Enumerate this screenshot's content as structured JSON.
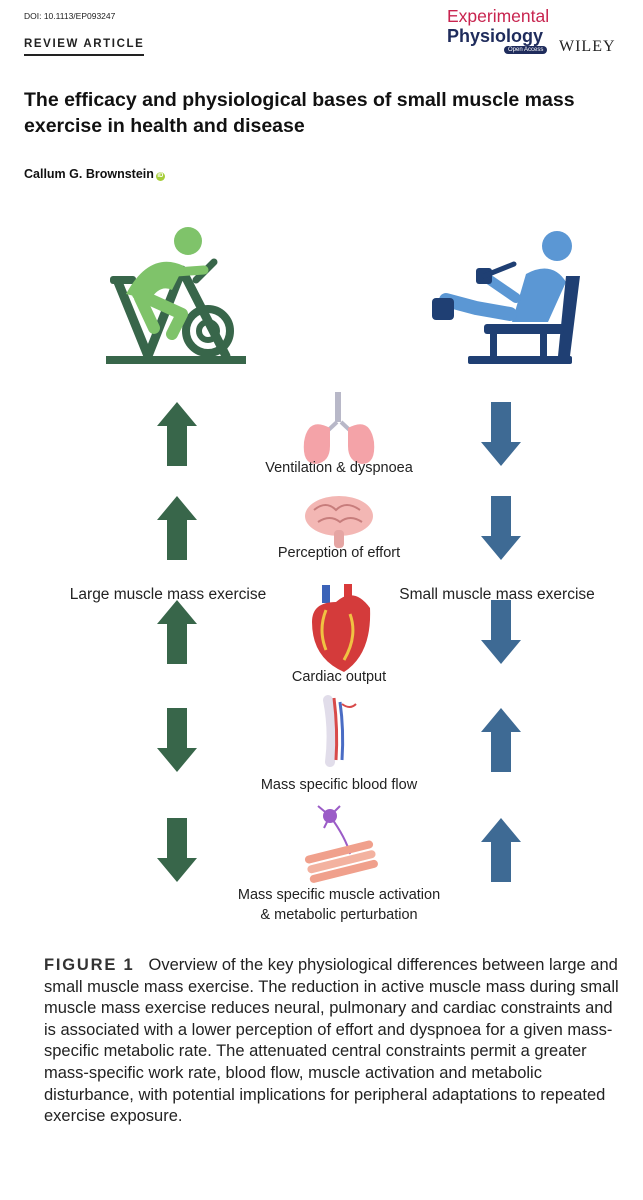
{
  "header": {
    "doi": "DOI: 10.1113/EP093247",
    "article_type": "REVIEW ARTICLE",
    "journal_line1": "Experimental",
    "journal_line2": "Physiology",
    "journal_badge": "Open Access",
    "publisher": "WILEY"
  },
  "article": {
    "title": "The efficacy and physiological bases of small muscle mass exercise in health and disease",
    "author": "Callum G. Brownstein"
  },
  "figure": {
    "left_label": "Large muscle mass exercise",
    "right_label": "Small muscle mass exercise",
    "left_color": "#38664a",
    "right_color": "#3e6a94",
    "rows": [
      {
        "label": "Ventilation & dyspnoea",
        "icon": "lungs-icon",
        "large": "up",
        "small": "down"
      },
      {
        "label": "Perception of effort",
        "icon": "brain-icon",
        "large": "up",
        "small": "down"
      },
      {
        "label": "Cardiac output",
        "icon": "heart-icon",
        "large": "up",
        "small": "down"
      },
      {
        "label": "Mass specific blood flow",
        "icon": "blood-vessel-icon",
        "large": "down",
        "small": "up"
      },
      {
        "label_line1": "Mass specific muscle activation",
        "label_line2": "& metabolic perturbation",
        "icon": "muscle-fiber-icon",
        "large": "down",
        "small": "up"
      }
    ]
  },
  "caption": {
    "label": "FIGURE 1",
    "text": "Overview of the key physiological differences between large and small muscle mass exercise. The reduction in active muscle mass during small muscle mass exercise reduces neural, pulmonary and cardiac constraints and is associated with a lower perception of effort and dyspnoea for a given mass-specific metabolic rate. The attenuated central constraints permit a greater mass-specific work rate, blood flow, muscle activation and metabolic disturbance, with potential implications for peripheral adaptations to repeated exercise exposure."
  }
}
